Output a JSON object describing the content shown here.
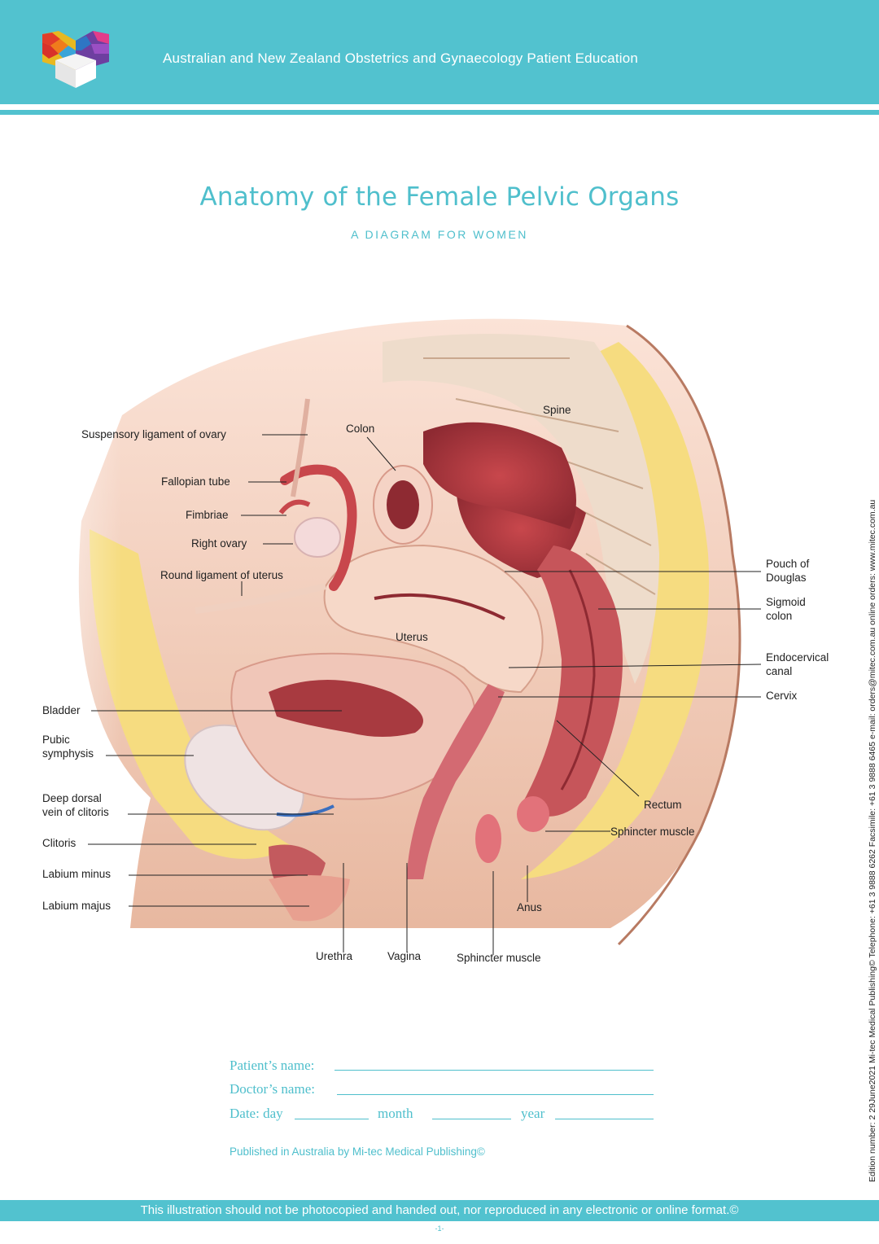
{
  "header": {
    "org_name": "Australian and New Zealand Obstetrics and Gynaecology Patient Education",
    "logo_icon": "book-cube-logo-icon",
    "color": "#52c2cf"
  },
  "title": "Anatomy of the Female Pelvic Organs",
  "subtitle": "A DIAGRAM FOR WOMEN",
  "diagram": {
    "labels": {
      "suspensory_ligament": "Suspensory ligament of ovary",
      "fallopian_tube": "Fallopian tube",
      "fimbriae": "Fimbriae",
      "right_ovary": "Right ovary",
      "round_ligament": "Round ligament of uterus",
      "colon": "Colon",
      "spine": "Spine",
      "uterus": "Uterus",
      "pouch_of_douglas_1": "Pouch of",
      "pouch_of_douglas_2": "Douglas",
      "sigmoid_colon_1": "Sigmoid",
      "sigmoid_colon_2": "colon",
      "endocervical_canal_1": "Endocervical",
      "endocervical_canal_2": "canal",
      "cervix": "Cervix",
      "bladder": "Bladder",
      "pubic_symphysis_1": "Pubic",
      "pubic_symphysis_2": "symphysis",
      "deep_dorsal_vein_1": "Deep dorsal",
      "deep_dorsal_vein_2": "vein of clitoris",
      "clitoris": "Clitoris",
      "labium_minus": "Labium minus",
      "labium_majus": "Labium majus",
      "rectum": "Rectum",
      "sphincter_muscle_right": "Sphincter muscle",
      "anus": "Anus",
      "urethra": "Urethra",
      "vagina": "Vagina",
      "sphincter_muscle_bottom": "Sphincter muscle"
    }
  },
  "form": {
    "patient_label": "Patient’s name:",
    "doctor_label": "Doctor’s name:",
    "date_label": "Date: day",
    "month_label": "month",
    "year_label": "year"
  },
  "published": "Published in Australia by Mi-tec Medical Publishing©",
  "side_text": "Edition number: 2  29June2021  Mi-tec Medical Publishing©  Telephone: +61 3 9888 6262  Facsimile: +61 3 9888 6465   e-mail: orders@mitec.com.au   online orders: www.mitec.com.au",
  "footer": {
    "notice": "This illustration should not be photocopied and handed out, nor reproduced in any electronic or online format.©",
    "page_number": "-1-"
  }
}
